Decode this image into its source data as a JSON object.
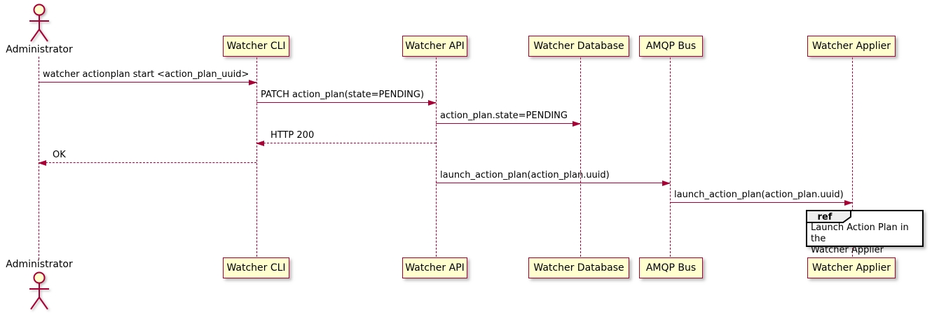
{
  "diagram": {
    "type": "sequence-diagram",
    "colors": {
      "stroke": "#A80036",
      "participant_fill": "#FEFECE",
      "ref_border": "#000000",
      "ref_tab_fill": "#EEEEEE",
      "background": "#FFFFFF",
      "text": "#000000"
    }
  },
  "participants": [
    {
      "name": "Administrator",
      "kind": "actor"
    },
    {
      "name": "Watcher CLI",
      "kind": "participant"
    },
    {
      "name": "Watcher API",
      "kind": "participant"
    },
    {
      "name": "Watcher Database",
      "kind": "participant"
    },
    {
      "name": "AMQP Bus",
      "kind": "participant"
    },
    {
      "name": "Watcher Applier",
      "kind": "participant"
    }
  ],
  "messages": [
    {
      "from": "Administrator",
      "to": "Watcher CLI",
      "label": "watcher actionplan start <action_plan_uuid>",
      "line": "solid",
      "direction": "right"
    },
    {
      "from": "Watcher CLI",
      "to": "Watcher API",
      "label": "PATCH action_plan(state=PENDING)",
      "line": "solid",
      "direction": "right"
    },
    {
      "from": "Watcher API",
      "to": "Watcher Database",
      "label": "action_plan.state=PENDING",
      "line": "solid",
      "direction": "right"
    },
    {
      "from": "Watcher API",
      "to": "Watcher CLI",
      "label": "HTTP 200",
      "line": "dashed",
      "direction": "left"
    },
    {
      "from": "Watcher CLI",
      "to": "Administrator",
      "label": "OK",
      "line": "dashed",
      "direction": "left"
    },
    {
      "from": "Watcher API",
      "to": "AMQP Bus",
      "label": "launch_action_plan(action_plan.uuid)",
      "line": "solid",
      "direction": "right"
    },
    {
      "from": "AMQP Bus",
      "to": "Watcher Applier",
      "label": "launch_action_plan(action_plan.uuid)",
      "line": "solid",
      "direction": "right"
    }
  ],
  "ref_fragment": {
    "keyword": "ref",
    "over": "Watcher Applier",
    "line1": "Launch Action Plan in the",
    "line2": "Watcher Applier"
  }
}
